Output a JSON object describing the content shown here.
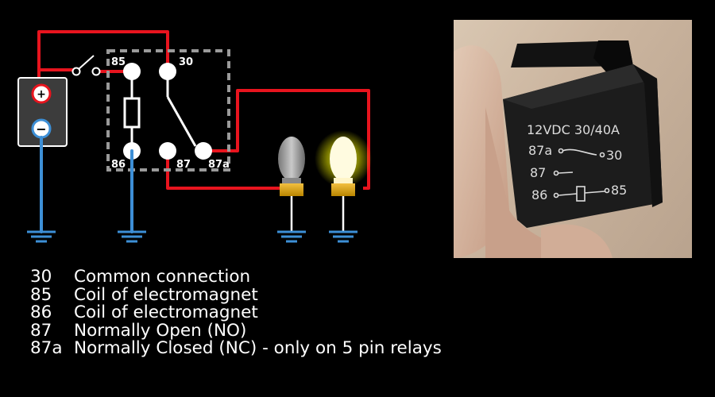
{
  "diagram": {
    "battery": {
      "plus": "+",
      "minus": "−"
    },
    "relay_pins": {
      "p85": "85",
      "p30": "30",
      "p86": "86",
      "p87": "87",
      "p87a": "87a"
    }
  },
  "legend": [
    {
      "pin": "30",
      "desc": "Common connection"
    },
    {
      "pin": "85",
      "desc": "Coil of electromagnet"
    },
    {
      "pin": "86",
      "desc": "Coil of electromagnet"
    },
    {
      "pin": "87",
      "desc": "Normally Open (NO)"
    },
    {
      "pin": "87a",
      "desc": "Normally Closed (NC) - only on 5 pin relays"
    }
  ],
  "photo": {
    "rating": "12VDC 30/40A",
    "row1_left": "87a",
    "row1_right": "30",
    "row2_left": "87",
    "row3_left": "86",
    "row3_right": "85"
  },
  "colors": {
    "wire_red": "#e8141e",
    "ground_blue": "#3d8fd6",
    "relay_box": "#9a9a9a",
    "lamp_lit": "#fffbe0"
  }
}
